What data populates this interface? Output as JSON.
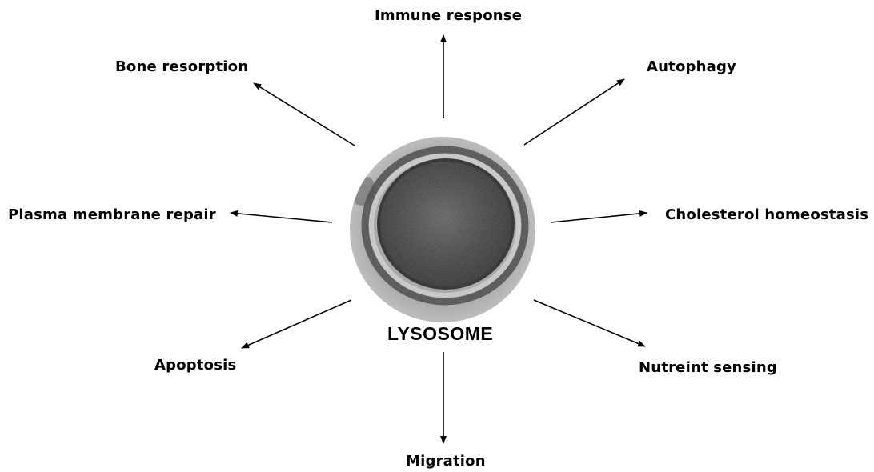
{
  "center": {
    "label": "LYSOSOME"
  },
  "functions": {
    "immune_response": "Immune response",
    "bone_resorption": "Bone resorption",
    "autophagy": "Autophagy",
    "plasma_membrane_repair": "Plasma membrane repair",
    "cholesterol_homeostasis": "Cholesterol homeostasis",
    "apoptosis": "Apoptosis",
    "nutrient_sensing": "Nutreint sensing",
    "migration": "Migration"
  }
}
